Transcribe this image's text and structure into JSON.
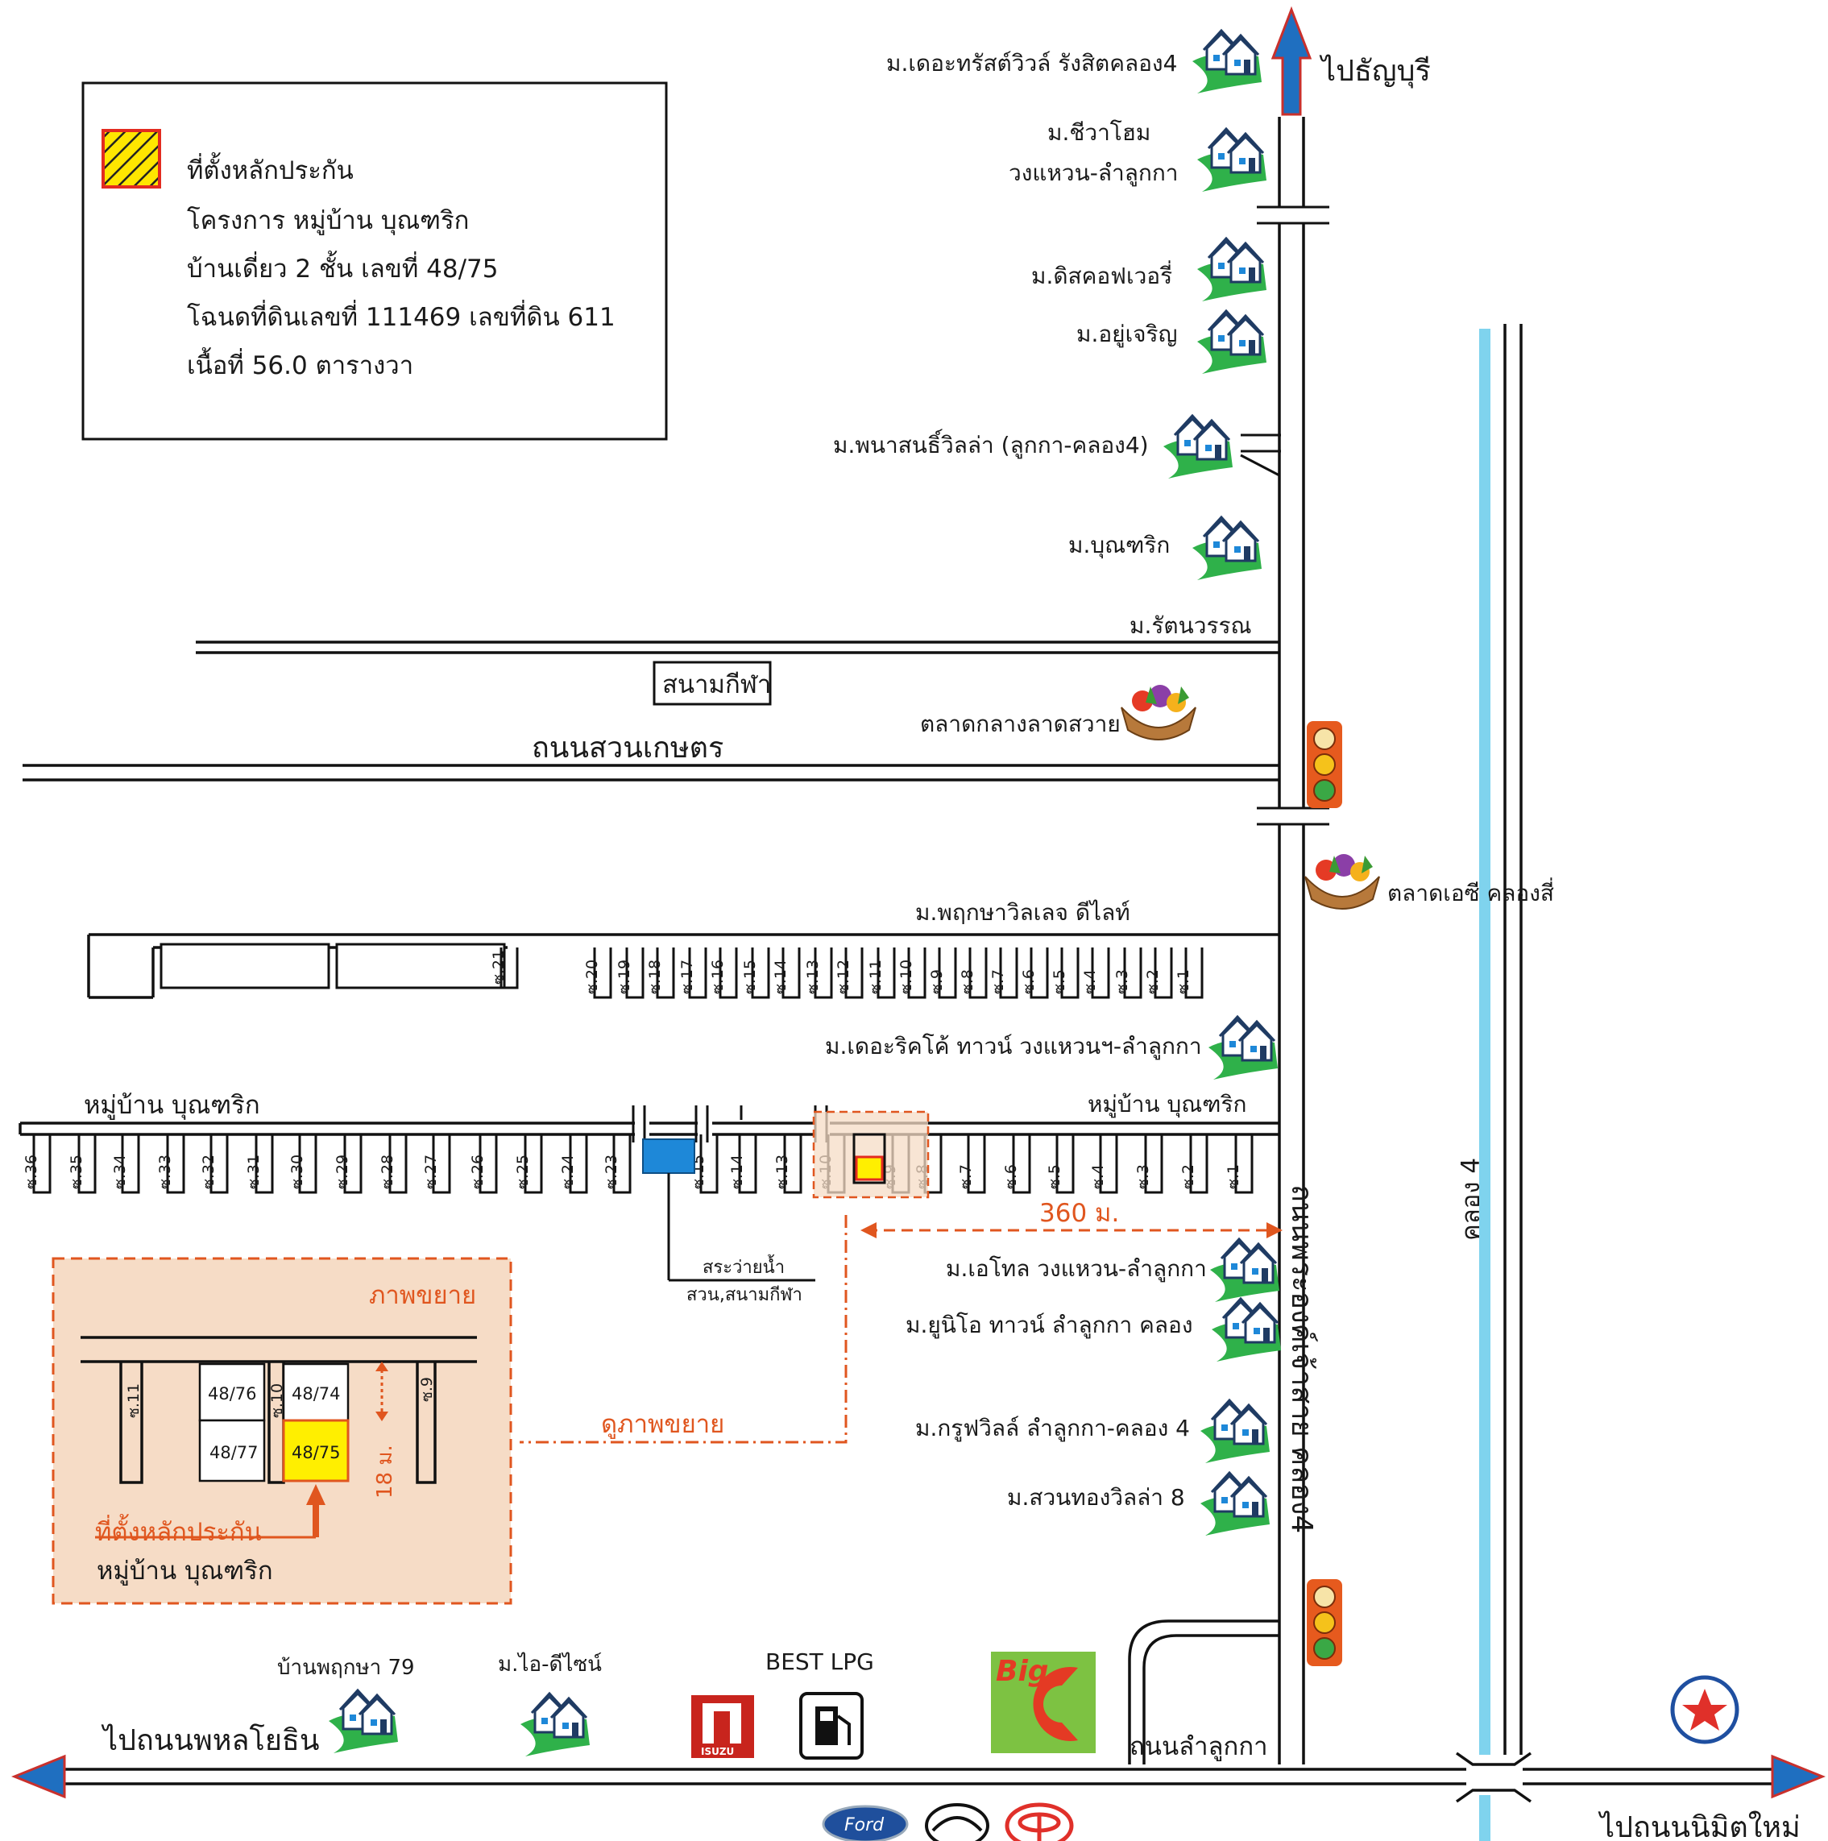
{
  "legend": {
    "title": "ที่ตั้งหลักประกัน",
    "project": "โครงการ หมู่บ้าน บุณฑริก",
    "house": "บ้านเดี่ยว 2 ชั้น เลขที่ 48/75",
    "deed": "โฉนดที่ดินเลขที่ 111469 เลขที่ดิน 611",
    "area": "เนื้อที่ 56.0 ตารางวา"
  },
  "places": {
    "to_thanyaburi": "ไปธัญบุรี",
    "trust_ville": "ม.เดอะทรัสต์วิวล์ รังสิตคลอง4",
    "chewa_home_1": "ม.ชีวาโฮม",
    "chewa_home_2": "วงแหวน-ลำลูกกา",
    "discovery": "ม.ดิสคอฟเวอรี่",
    "yoocharoen": "ม.อยู่เจริญ",
    "panason": "ม.พนาสนธิ์วิลล่า  (ลูกกา-คลอง4)",
    "boontharik_village": "ม.บุณฑริก",
    "rattanawan": "ม.รัตนวรรณ",
    "stadium": "สนามกีฬา",
    "market_latsawai": "ตลาดกลางลาดสวาย",
    "suan_kaset_road": "ถนนสวนเกษตร",
    "ac_market": "ตลาดเอซี คลองสี่",
    "pruksa_delight": "ม.พฤกษาวิลเลจ ดีไลท์",
    "the_rico": "ม.เดอะริคโค้ ทาวน์ วงแหวนฯ-ลำลูกกา",
    "moo_ban_left": "หมู่บ้าน บุณฑริก",
    "moo_ban_right": "หมู่บ้าน บุณฑริก",
    "pool_1": "สระว่ายน้ำ",
    "pool_2": "สวน,สนามกีฬา",
    "distance": "360 ม.",
    "atoll": "ม.เอโทล วงแหวน-ลำลูกกา",
    "unio": "ม.ยูนิโอ ทาวน์ ลำลูกกา คลอง",
    "group_ville": "ม.กรูฟวิลล์ ลำลูกกา-คลอง 4",
    "suanthong": "ม.สวนทองวิลล่า 8",
    "see_zoom": "ดูภาพขยาย",
    "road_khlong4": "ถนนพระองค์เจ้าสาย คลอง4",
    "canal": "คลอง 4",
    "pruksa79": "บ้านพฤกษา 79",
    "idesign": "ม.ไอ-ดีไซน์",
    "best_lpg": "BEST LPG",
    "bigc": "Big",
    "lamlukka_road": "ถนนลำลูกกา",
    "to_phahon": "ไปถนนพหลโยธิน",
    "to_nimit": "ไปถนนนิมิตใหม่",
    "isuzu": "ISUZU",
    "ford": "Ford"
  },
  "upper_sois": [
    "ซ.21",
    "ซ.20",
    "ซ.19",
    "ซ.18",
    "ซ.17",
    "ซ.16",
    "ซ.15",
    "ซ.14",
    "ซ.13",
    "ซ.12",
    "ซ.11",
    "ซ.10",
    "ซ.9",
    "ซ.8",
    "ซ.7",
    "ซ.6",
    "ซ.5",
    "ซ.4",
    "ซ.3",
    "ซ.2",
    "ซ.1"
  ],
  "lower_sois": [
    "ซ.36",
    "ซ.35",
    "ซ.34",
    "ซ.33",
    "ซ.32",
    "ซ.31",
    "ซ.30",
    "ซ.29",
    "ซ.28",
    "ซ.27",
    "ซ.26",
    "ซ.25",
    "ซ.24",
    "ซ.23",
    "ซ.15",
    "ซ.14",
    "ซ.13",
    "ซ.10",
    "ซ.9",
    "ซ.8",
    "ซ.7",
    "ซ.6",
    "ซ.5",
    "ซ.4",
    "ซ.3",
    "ซ.2",
    "ซ.1"
  ],
  "inset": {
    "title": "ภาพขยาย",
    "soi_11": "ซ.11",
    "soi_10": "ซ.10",
    "soi_9": "ซ.9",
    "plot_76": "48/76",
    "plot_74": "48/74",
    "plot_77": "48/77",
    "plot_75": "48/75",
    "width": "18 ม.",
    "collateral": "ที่ตั้งหลักประกัน",
    "village": "หมู่บ้าน บุณฑริก"
  },
  "colors": {
    "canal": "#7fd3ee",
    "arrow": "#1f6fc0",
    "accent": "#e0561f",
    "target": "#ffef00",
    "pool": "#1e88d8",
    "zoom_bg": "#f6dcc6"
  }
}
